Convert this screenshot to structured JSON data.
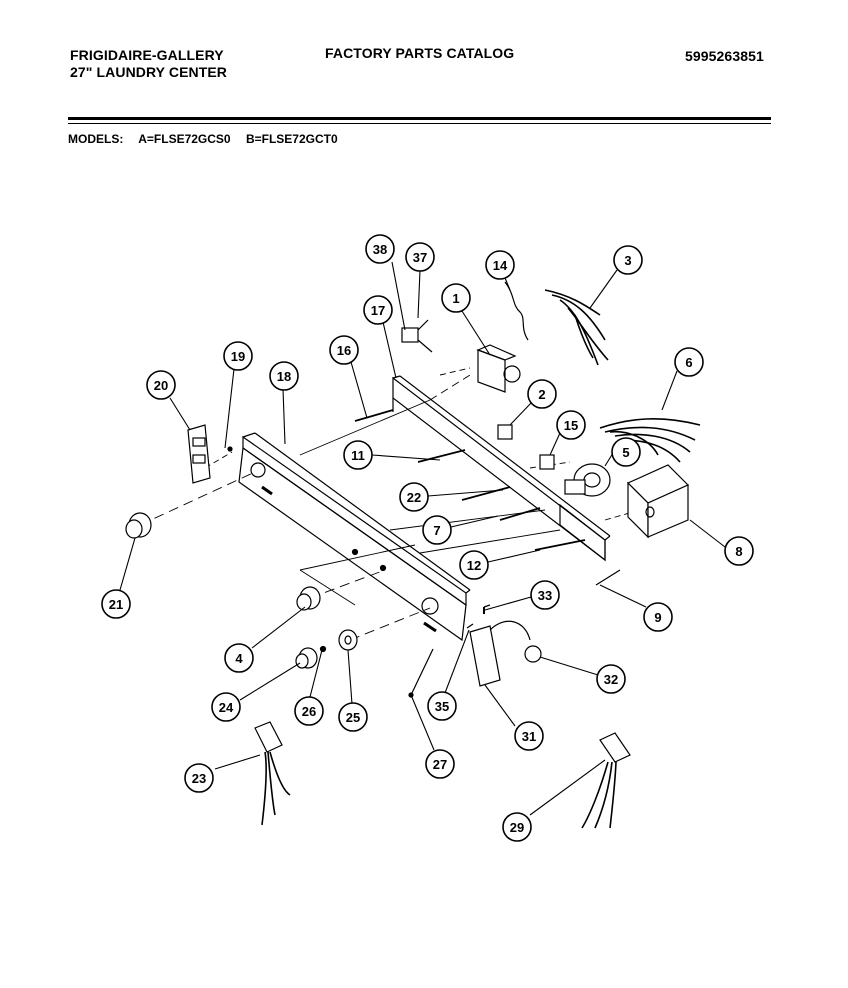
{
  "header": {
    "brand_line1": "FRIGIDAIRE-GALLERY",
    "brand_line2": "27\" LAUNDRY CENTER",
    "catalog_title": "FACTORY PARTS CATALOG",
    "doc_number": "5995263851"
  },
  "models": {
    "label": "MODELS:",
    "model_a": "A=FLSE72GCS0",
    "model_b": "B=FLSE72GCT0"
  },
  "callouts": [
    "38",
    "37",
    "14",
    "3",
    "1",
    "17",
    "16",
    "19",
    "20",
    "18",
    "2",
    "15",
    "5",
    "6",
    "11",
    "22",
    "7",
    "8",
    "12",
    "9",
    "21",
    "4",
    "33",
    "32",
    "24",
    "26",
    "25",
    "35",
    "31",
    "27",
    "23",
    "29"
  ]
}
